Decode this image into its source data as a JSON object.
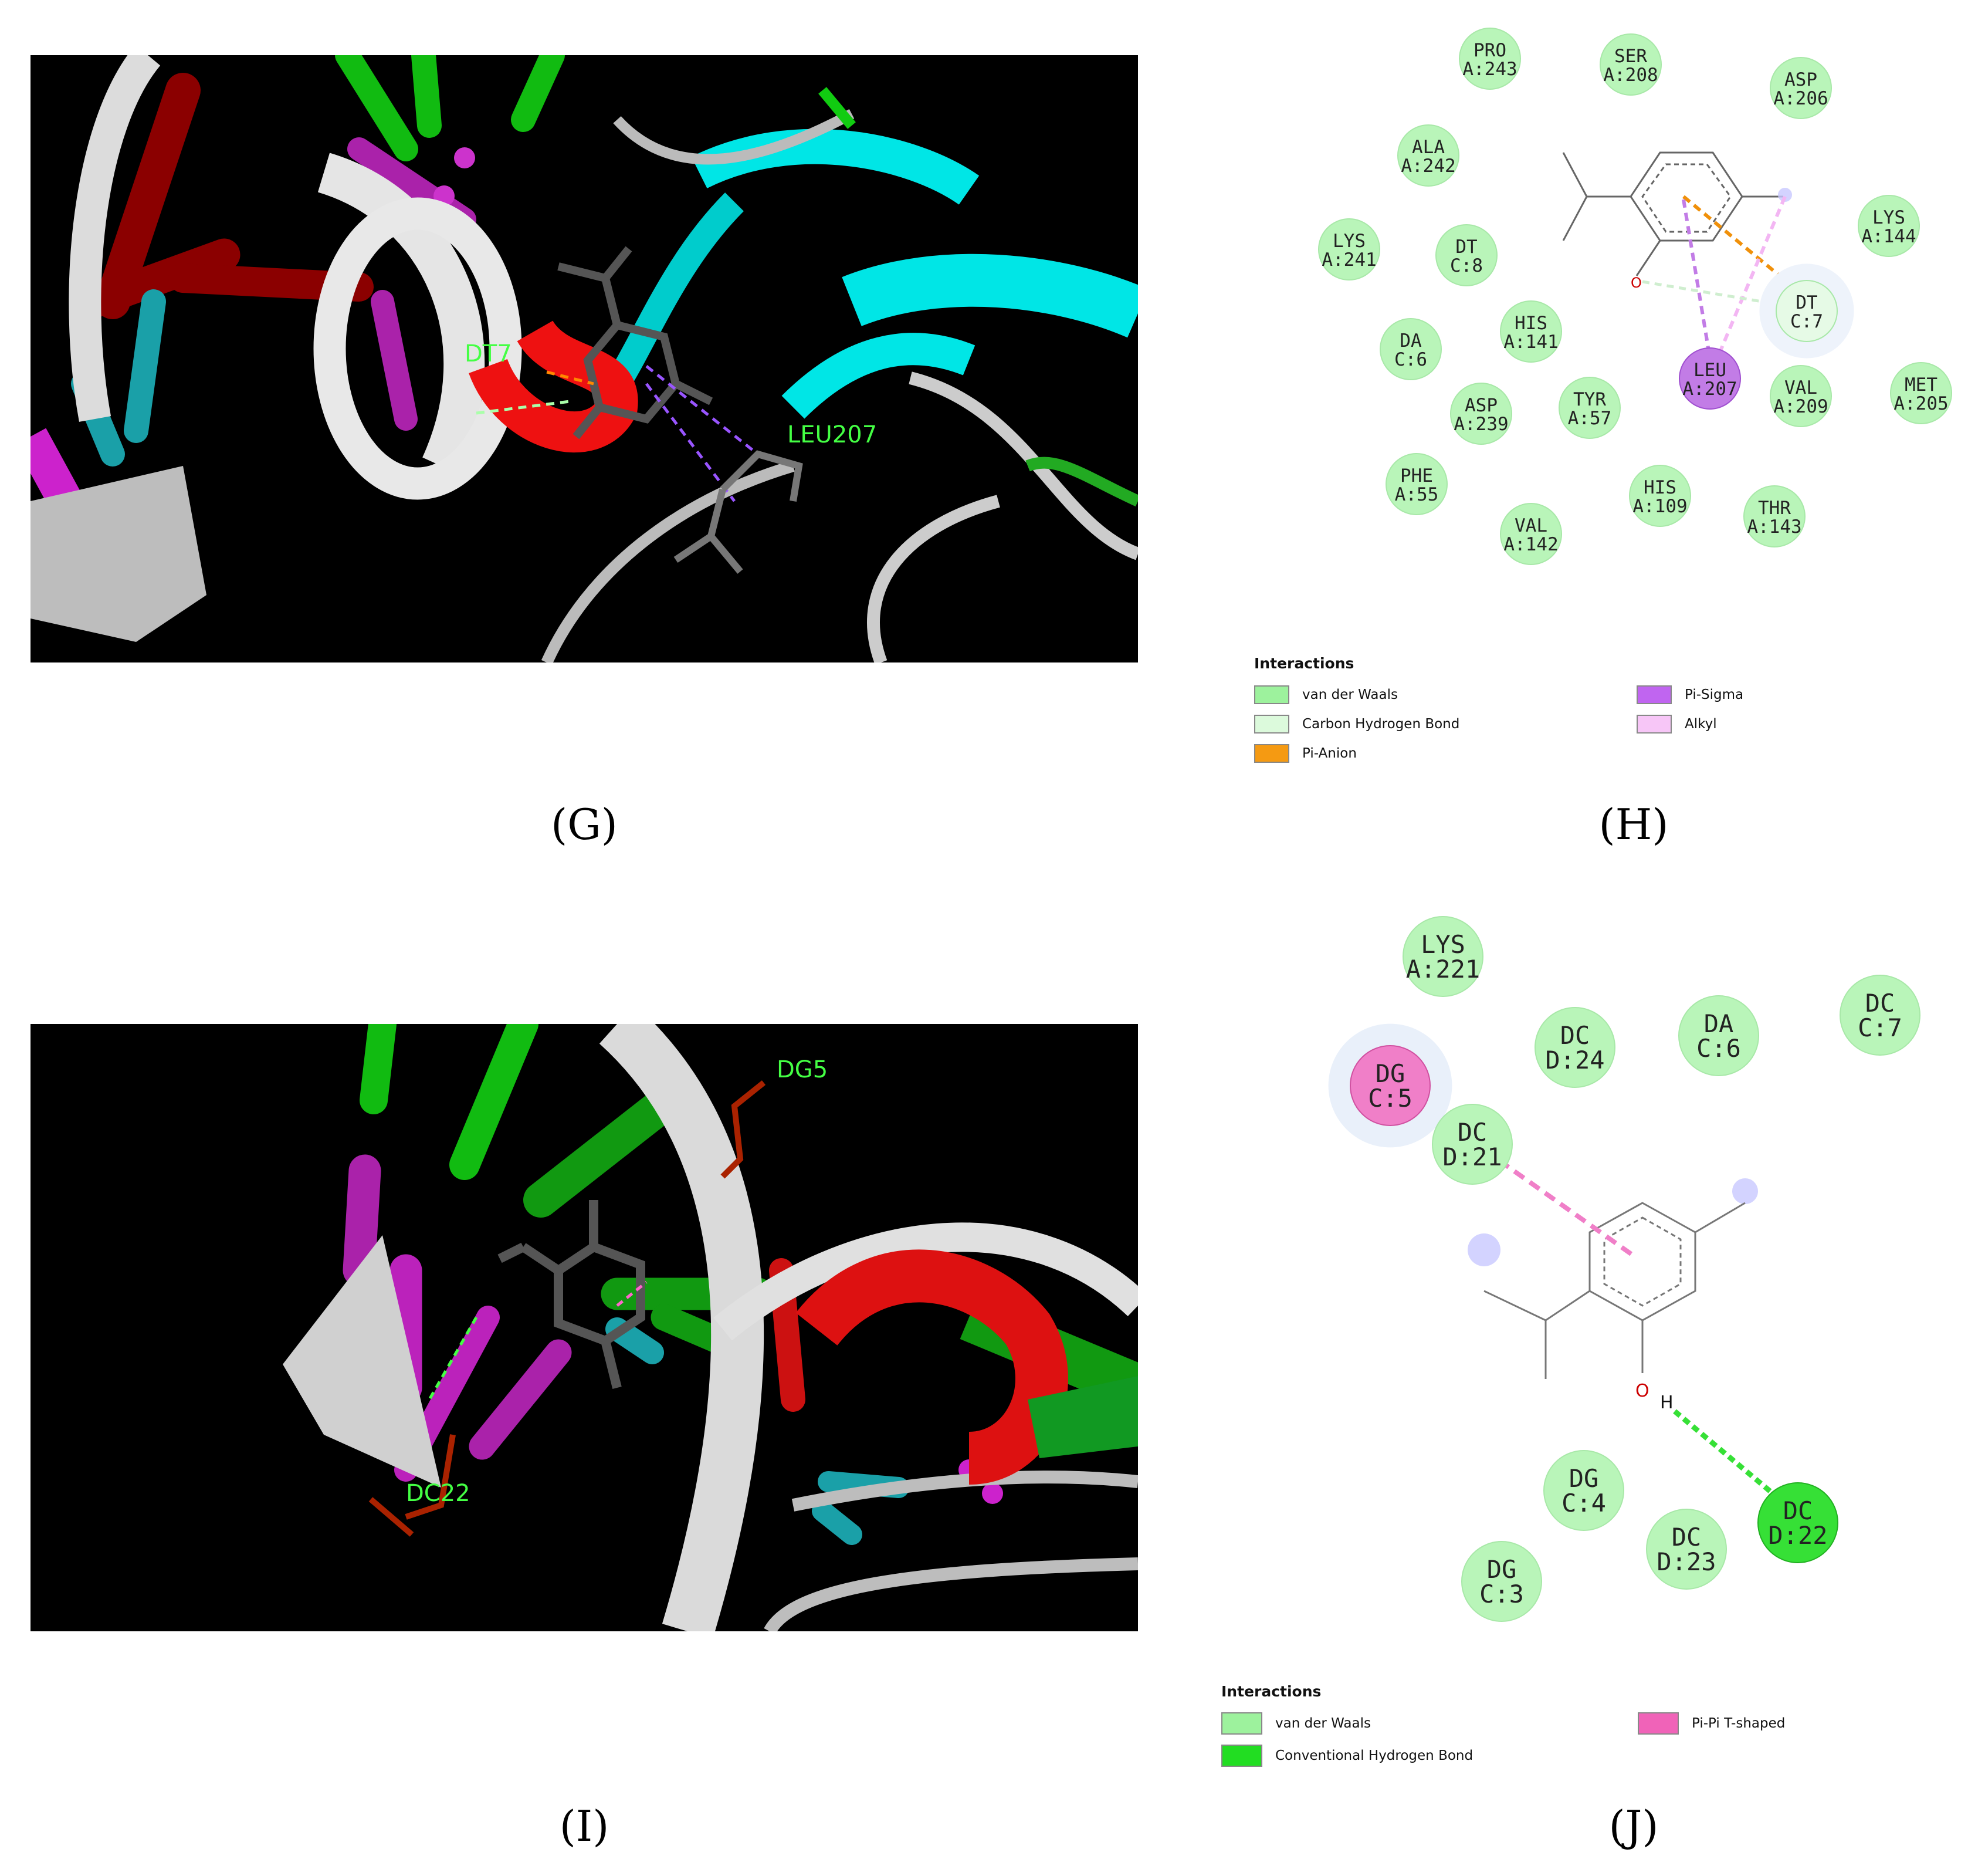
{
  "panels": {
    "G": {
      "label": "(G)",
      "letter": "G",
      "tags": [
        "DT7",
        "LEU207"
      ]
    },
    "H": {
      "label": "(H)",
      "letter": "H",
      "residues": [
        {
          "n": "PRO",
          "c": "A:243",
          "type": "vdw"
        },
        {
          "n": "SER",
          "c": "A:208",
          "type": "vdw"
        },
        {
          "n": "ASP",
          "c": "A:206",
          "type": "vdw"
        },
        {
          "n": "ALA",
          "c": "A:242",
          "type": "vdw"
        },
        {
          "n": "LYS",
          "c": "A:144",
          "type": "vdw"
        },
        {
          "n": "LYS",
          "c": "A:241",
          "type": "vdw"
        },
        {
          "n": "DT",
          "c": "C:8",
          "type": "vdw"
        },
        {
          "n": "DT",
          "c": "C:7",
          "type": "chb"
        },
        {
          "n": "HIS",
          "c": "A:141",
          "type": "vdw"
        },
        {
          "n": "DA",
          "c": "C:6",
          "type": "vdw"
        },
        {
          "n": "LEU",
          "c": "A:207",
          "type": "pisigma"
        },
        {
          "n": "VAL",
          "c": "A:209",
          "type": "vdw"
        },
        {
          "n": "MET",
          "c": "A:205",
          "type": "vdw"
        },
        {
          "n": "ASP",
          "c": "A:239",
          "type": "vdw"
        },
        {
          "n": "TYR",
          "c": "A:57",
          "type": "vdw"
        },
        {
          "n": "PHE",
          "c": "A:55",
          "type": "vdw"
        },
        {
          "n": "HIS",
          "c": "A:109",
          "type": "vdw"
        },
        {
          "n": "THR",
          "c": "A:143",
          "type": "vdw"
        },
        {
          "n": "VAL",
          "c": "A:142",
          "type": "vdw"
        }
      ],
      "atom_o": "O",
      "legend": {
        "title": "Interactions",
        "items": [
          {
            "label": "van der Waals",
            "color": "#9df29d"
          },
          {
            "label": "Carbon Hydrogen Bond",
            "color": "#dcfadc"
          },
          {
            "label": "Pi-Anion",
            "color": "#f59a12"
          },
          {
            "label": "Pi-Sigma",
            "color": "#c065f0"
          },
          {
            "label": "Alkyl",
            "color": "#f7c6f7"
          }
        ]
      }
    },
    "I": {
      "label": "(I)",
      "letter": "I",
      "tags": [
        "DG5",
        "DC22"
      ]
    },
    "J": {
      "label": "(J)",
      "letter": "J",
      "residues": [
        {
          "n": "LYS",
          "c": "A:221",
          "type": "vdw"
        },
        {
          "n": "DG",
          "c": "C:5",
          "type": "pipi"
        },
        {
          "n": "DC",
          "c": "D:24",
          "type": "vdw"
        },
        {
          "n": "DA",
          "c": "C:6",
          "type": "vdw"
        },
        {
          "n": "DC",
          "c": "C:7",
          "type": "vdw"
        },
        {
          "n": "DC",
          "c": "D:21",
          "type": "vdw"
        },
        {
          "n": "DG",
          "c": "C:4",
          "type": "vdw"
        },
        {
          "n": "DC",
          "c": "D:22",
          "type": "hbond"
        },
        {
          "n": "DC",
          "c": "D:23",
          "type": "vdw"
        },
        {
          "n": "DG",
          "c": "C:3",
          "type": "vdw"
        }
      ],
      "atom_o": "O",
      "atom_h": "H",
      "legend": {
        "title": "Interactions",
        "items": [
          {
            "label": "van der Waals",
            "color": "#9df29d"
          },
          {
            "label": "Conventional Hydrogen Bond",
            "color": "#22dd22"
          },
          {
            "label": "Pi-Pi T-shaped",
            "color": "#f063b8"
          }
        ]
      }
    }
  },
  "colors": {
    "vdw": "#b9f5b9",
    "chb": "#e6fae6",
    "pisigma": "#c27ce6",
    "pipi": "#f07fc8",
    "hbond": "#36e036",
    "pianion": "#f0900a",
    "alkyl": "#f3b6f3"
  }
}
